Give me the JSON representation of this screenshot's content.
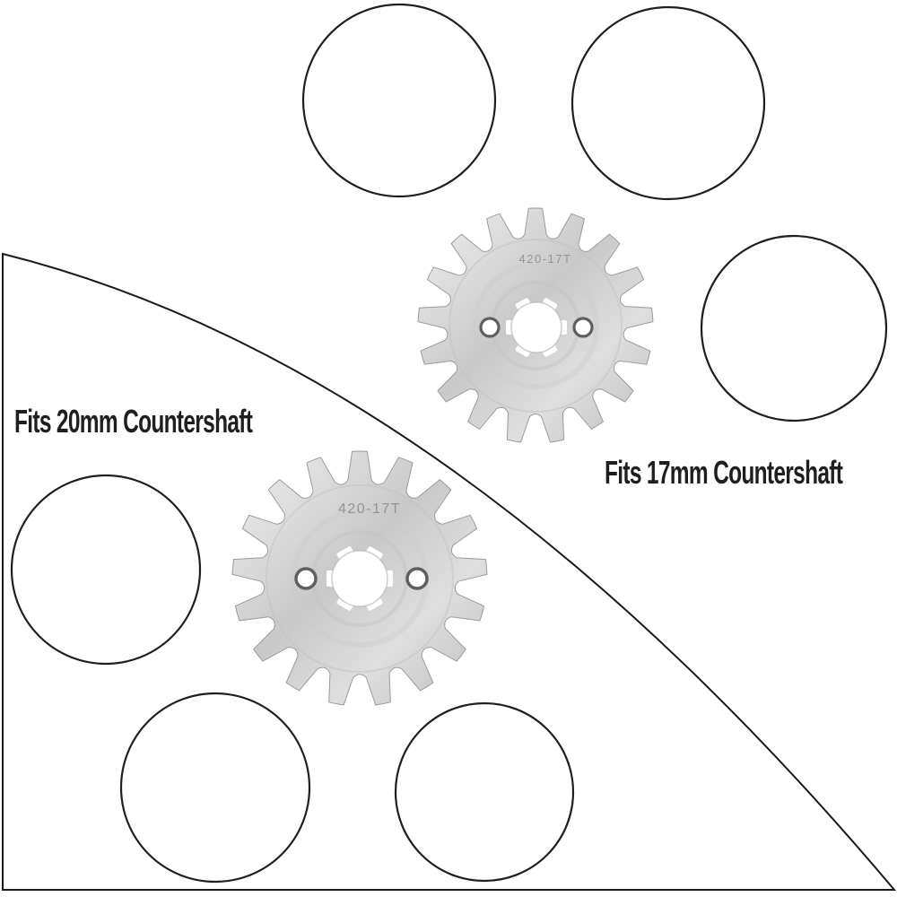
{
  "captions": {
    "left": "Fits 20mm Countershaft",
    "right": "Fits 17mm Countershaft"
  },
  "sprockets": {
    "top": {
      "engraving": "420-17T",
      "teeth": 17
    },
    "bottom": {
      "engraving": "420-17T",
      "teeth": 17
    }
  },
  "engines": [
    {
      "position": "top-left",
      "style": "black-atv-engine-with-sprocket"
    },
    {
      "position": "top-right",
      "style": "silver-horizontal-engine-black-fins"
    },
    {
      "position": "right-middle",
      "style": "silver-horizontal-engine-starter-top"
    },
    {
      "position": "left-middle",
      "style": "silver-horizontal-pitbike-engine"
    },
    {
      "position": "bottom-left",
      "style": "dark-gray-horizontal-engine"
    },
    {
      "position": "bottom-right",
      "style": "silver-vertical-cylinder-engine"
    }
  ],
  "colors": {
    "background": "#ffffff",
    "line": "#1a1a1a",
    "caption_text": "#1f1f1f",
    "sprocket_silver": "#d6d6d6"
  }
}
